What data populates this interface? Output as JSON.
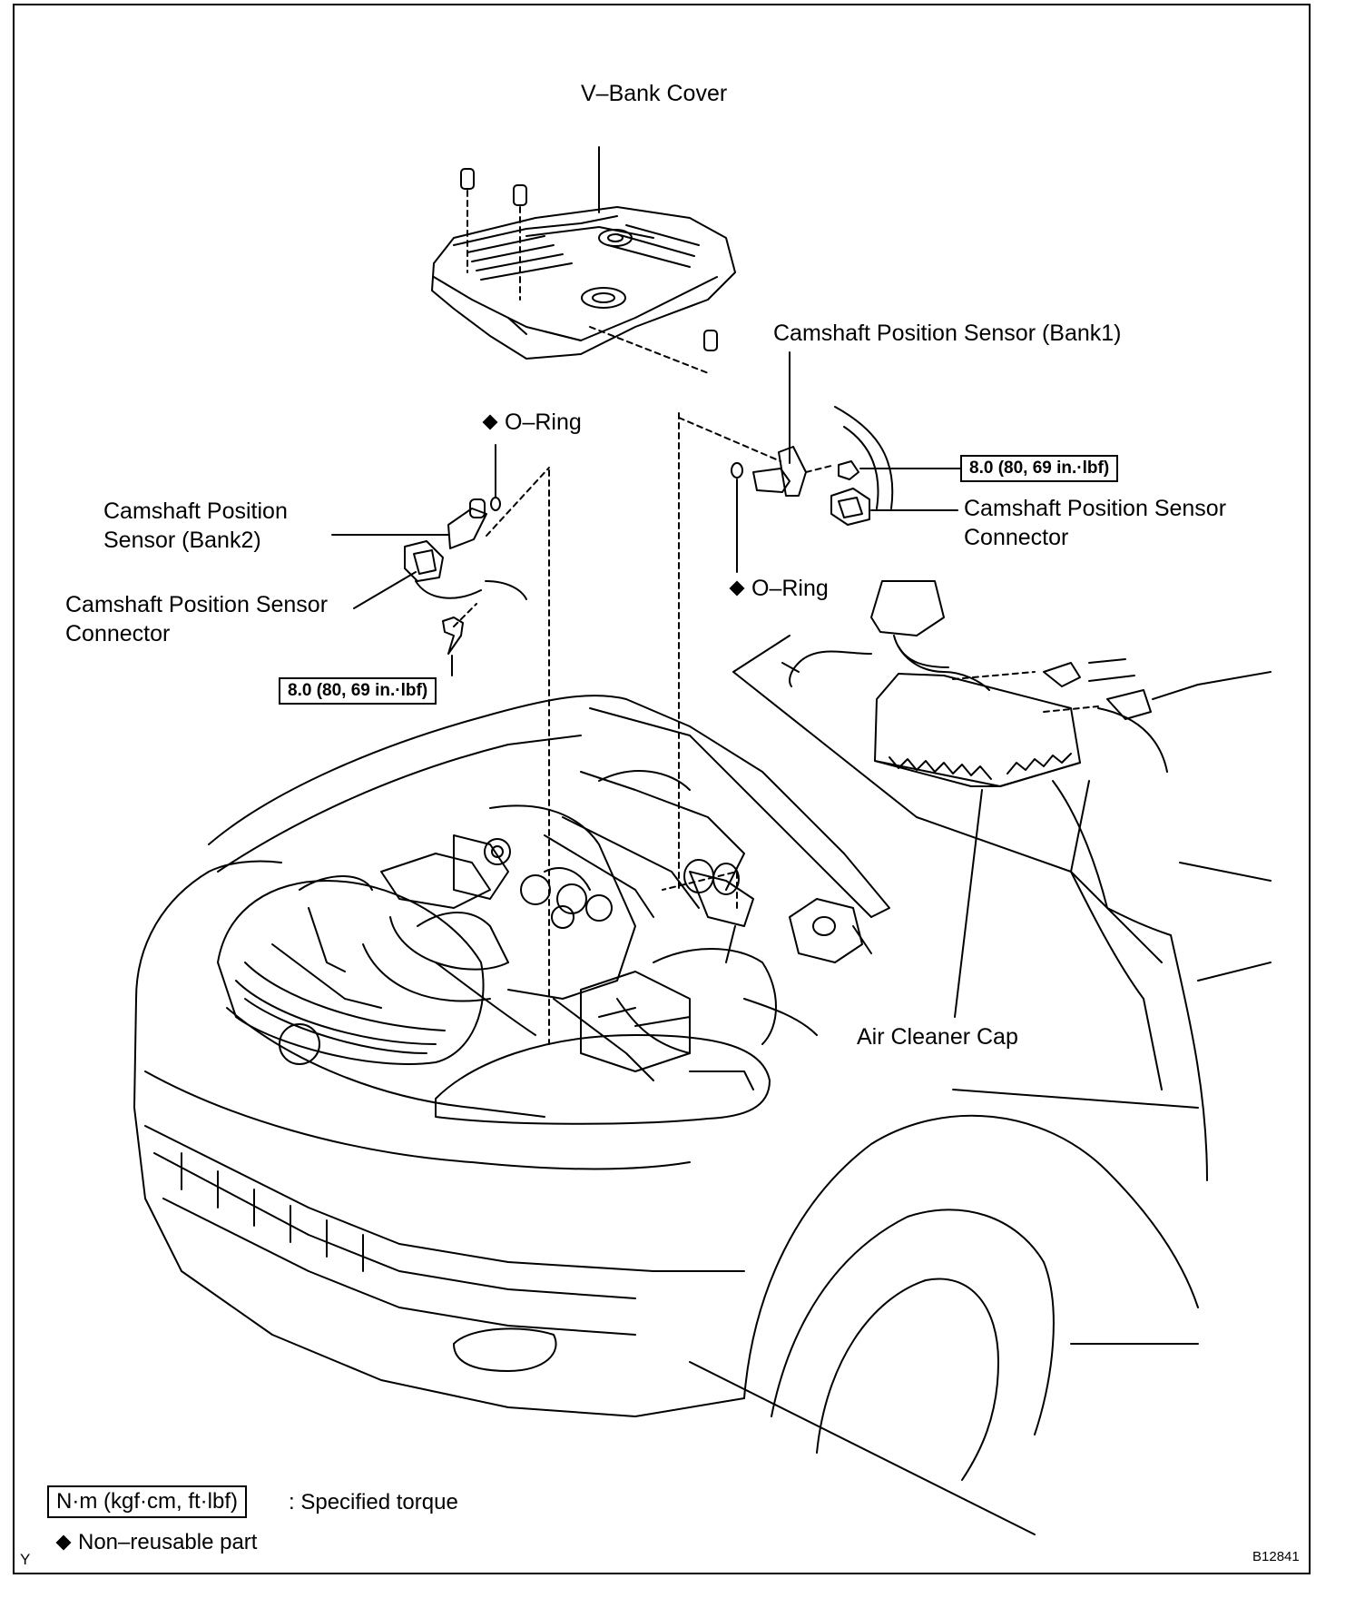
{
  "labels": {
    "v_bank_cover": "V–Bank Cover",
    "cam_sensor_bank1": "Camshaft Position Sensor (Bank1)",
    "o_ring_left": "O–Ring",
    "o_ring_right": "O–Ring",
    "cam_sensor_bank2_l1": "Camshaft Position",
    "cam_sensor_bank2_l2": "Sensor (Bank2)",
    "connector_left_l1": "Camshaft Position Sensor",
    "connector_left_l2": "Connector",
    "connector_right_l1": "Camshaft Position Sensor",
    "connector_right_l2": "Connector",
    "air_cleaner_cap": "Air Cleaner Cap"
  },
  "torque": {
    "left": "8.0 (80, 69 in.·lbf)",
    "right": "8.0 (80, 69 in.·lbf)"
  },
  "legend": {
    "torque_unit": "N·m (kgf·cm, ft·lbf)",
    "torque_desc": ": Specified torque",
    "non_reusable": "Non–reusable part"
  },
  "footer": {
    "corner_letter": "Y",
    "figure_code": "B12841"
  }
}
